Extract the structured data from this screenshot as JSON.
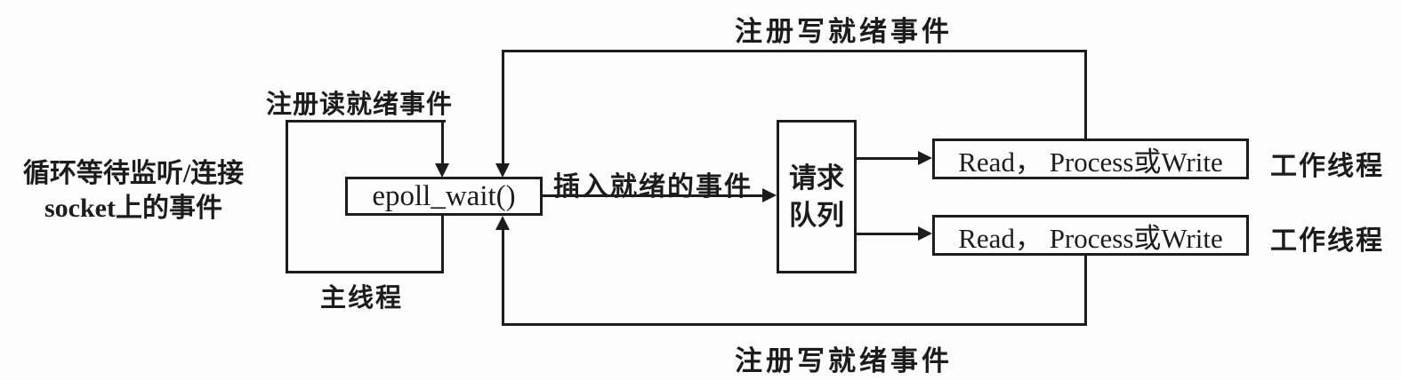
{
  "diagram": {
    "title_semantic": "epoll event-driven main-thread / worker-thread diagram",
    "colors": {
      "background": "#fdfdfd",
      "line": "#1c1c1c",
      "text": "#1c1c1c"
    },
    "left_note": {
      "line1": "循环等待监听/连接",
      "line2": "socket上的事件"
    },
    "labels": {
      "register_read_ready": "注册读就绪事件",
      "register_write_ready_top": "注册写就绪事件",
      "register_write_ready_bottom": "注册写就绪事件",
      "main_thread": "主线程",
      "insert_ready_events": "插入就绪的事件",
      "worker_thread_top": "工作线程",
      "worker_thread_bottom": "工作线程"
    },
    "nodes": {
      "epoll_wait": "epoll_wait()",
      "request_queue": {
        "line1": "请求",
        "line2": "队列"
      },
      "worker_top": "Read， Process或Write",
      "worker_bottom": "Read， Process或Write"
    }
  }
}
